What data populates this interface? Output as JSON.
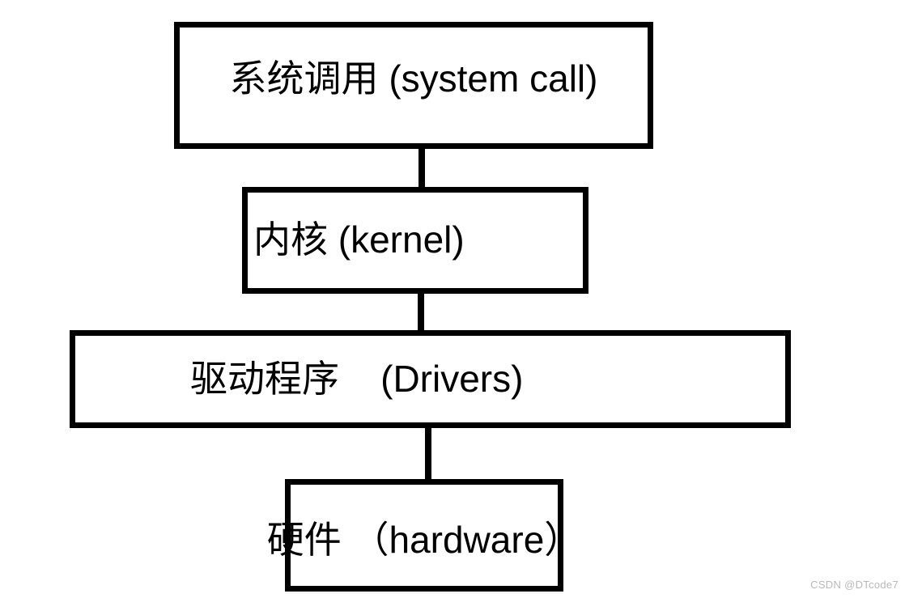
{
  "diagram": {
    "nodes": [
      {
        "id": "system-call",
        "label": "系统调用 (system call)"
      },
      {
        "id": "kernel",
        "label": "内核 (kernel)"
      },
      {
        "id": "drivers",
        "label": "驱动程序    (Drivers)"
      },
      {
        "id": "hardware",
        "label": "硬件 （hardware）"
      }
    ],
    "connections": [
      {
        "from": "system-call",
        "to": "kernel"
      },
      {
        "from": "kernel",
        "to": "drivers"
      },
      {
        "from": "drivers",
        "to": "hardware"
      }
    ]
  },
  "watermark": "CSDN @DTcode7",
  "colors": {
    "box-border": "#000000",
    "text": "#000000",
    "background": "#ffffff",
    "watermark": "#b9b9b9"
  }
}
